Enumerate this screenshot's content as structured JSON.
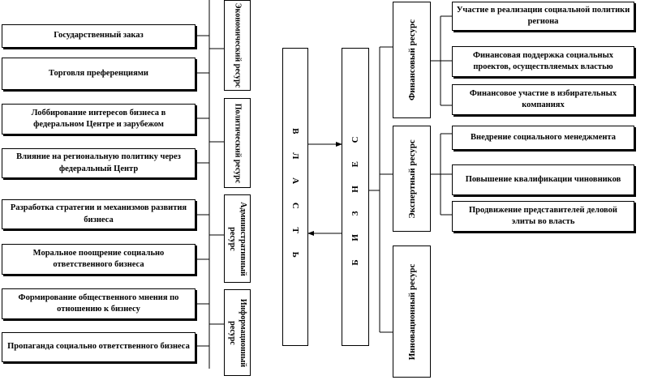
{
  "center": {
    "vlast": "В Л А С Т Ь",
    "biznes": "Б И З Н Е С"
  },
  "resources_left": [
    "Экономический ресурс",
    "Политический ресурс",
    "Административный ресурс",
    "Информационный ресурс"
  ],
  "resources_right": [
    "Финансовый ресурс",
    "Экспертный ресурс",
    "Инновационный ресурс"
  ],
  "left_items": [
    "Государственный заказ",
    "Торговля преференциями",
    "Лоббирование интересов бизнеса в федеральном Центре и зарубежом",
    "Влияние на региональную политику через федеральный Центр",
    "Разработка стратегии и механизмов развития бизнеса",
    "Моральное поощрение социально ответственного бизнеса",
    "Формирование общественного мнения по отношению к бизнесу",
    "Пропаганда социально ответственного бизнеса"
  ],
  "right_items": [
    "Участие в реализации социальной политики региона",
    "Финансовая поддержка социальных проектов, осуществляемых властью",
    "Финансовое участие в избирательных компаниях",
    "Внедрение социального менеджмента",
    "Повышение квалификации чиновников",
    "Продвижение представителей деловой элиты во власть"
  ]
}
